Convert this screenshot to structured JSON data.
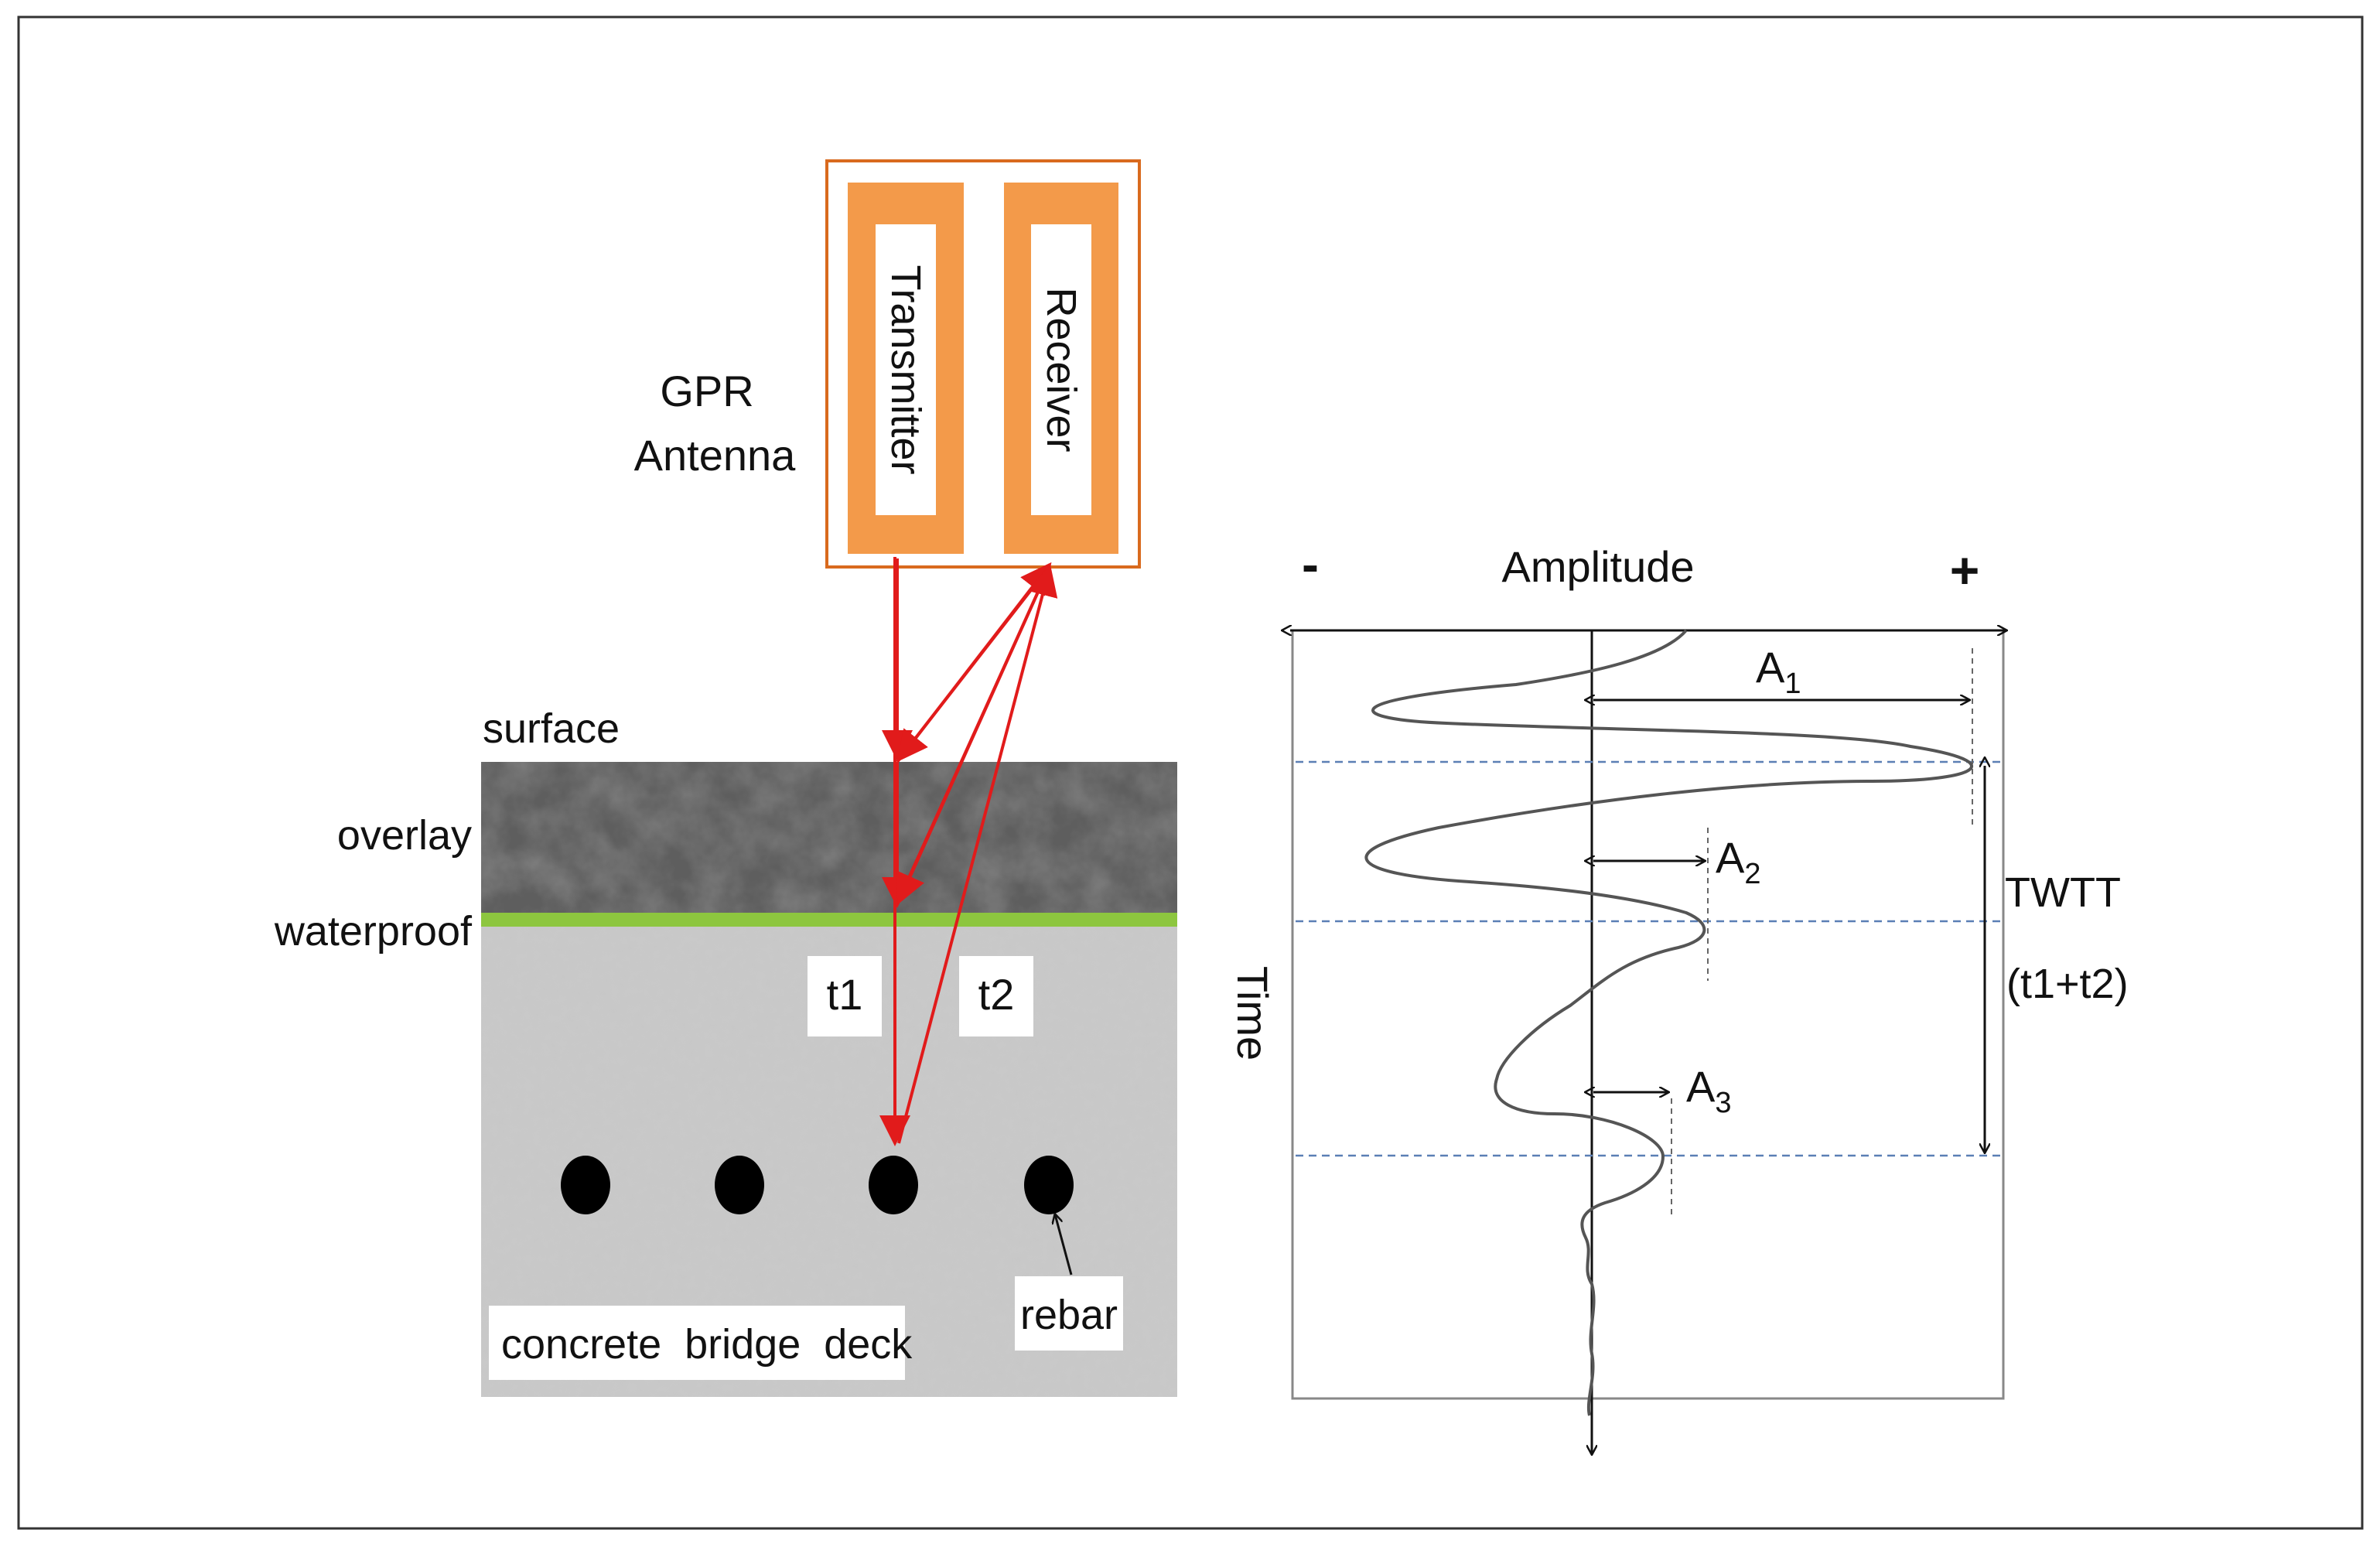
{
  "antenna": {
    "label_line1": "GPR",
    "label_line2": "Antenna",
    "transmitter": "Transmitter",
    "receiver": "Receiver"
  },
  "layers": {
    "surface": "surface",
    "overlay": "overlay",
    "waterproof": "waterproof",
    "deck": "concrete  bridge  deck",
    "rebar": "rebar"
  },
  "paths": {
    "t1": "t1",
    "t2": "t2"
  },
  "waveform": {
    "minus": "-",
    "plus": "+",
    "amplitude": "Amplitude",
    "time": "Time",
    "a1": "A",
    "a1_sub": "1",
    "a2": "A",
    "a2_sub": "2",
    "a3": "A",
    "a3_sub": "3",
    "twtt_line1": "TWTT",
    "twtt_line2": "(t1+t2)"
  },
  "colors": {
    "antenna_orange": "#f39a4a",
    "antenna_border": "#d96a1e",
    "ray_red": "#e11b1b",
    "waterproof_green": "#8dc63f",
    "overlay_dark": "#5e5e5e",
    "concrete_light": "#c9c9c9",
    "guide_blue": "#5b7fb5"
  }
}
